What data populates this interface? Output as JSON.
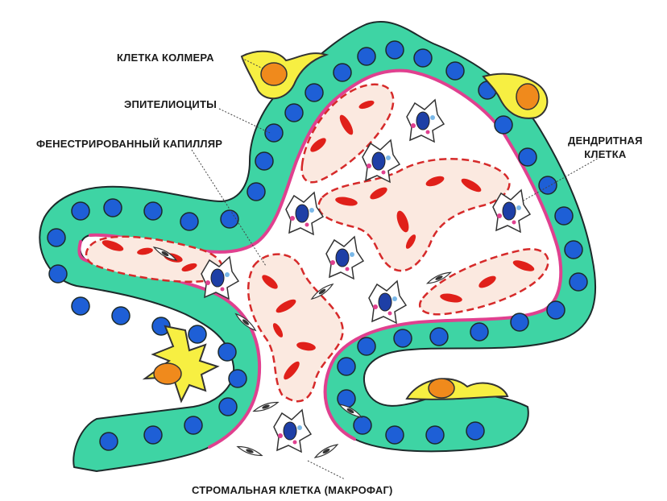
{
  "labels": {
    "kolmer_cell": "КЛЕТКА КОЛМЕРА",
    "epitheliocytes": "ЭПИТЕЛИОЦИТЫ",
    "fenestrated_capillary": "ФЕНЕСТРИРОВАННЫЙ КАПИЛЛЯР",
    "dendritic_cell_line1": "ДЕНДРИТНАЯ",
    "dendritic_cell_line2": "КЛЕТКА",
    "stromal_cell": "СТРОМАЛЬНАЯ КЛЕТКА (МАКРОФАГ)"
  },
  "colors": {
    "epithelium": "#3ed4a4",
    "epithelium_outline": "#1c2a2a",
    "nucleus": "#1e5fd6",
    "basement_membrane": "#e0408f",
    "capillary_fill": "#fbe9e0",
    "capillary_outline": "#d62a2a",
    "erythrocyte": "#e0201a",
    "kolmer_cell": "#f7ef42",
    "kolmer_nucleus": "#f08a1c",
    "macrophage_outline": "#333333"
  },
  "icons": [
    "kolmer-cell-icon",
    "macrophage-icon",
    "dendritic-cell-icon",
    "fibroblast-icon",
    "erythrocyte-icon"
  ]
}
